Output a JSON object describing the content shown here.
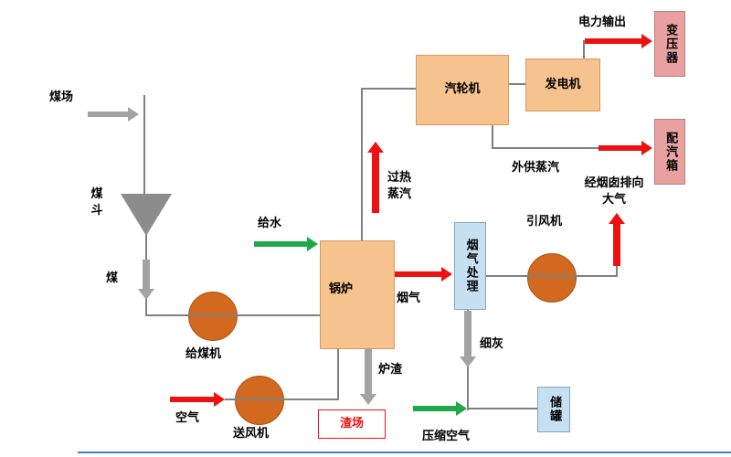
{
  "palette": {
    "red": "#ee1111",
    "green": "#1fa84a",
    "gray_arrow": "#a3a3a3",
    "line": "#808080",
    "peach_box": "#f6c28d",
    "peach_border": "#d99a5e",
    "orange_circle": "#d2691e",
    "pink_box": "#e8a0a0",
    "blue_box": "#c6e0f2",
    "funnel": "#8c8c8c",
    "slag_red": "#ee1111",
    "bottom_line": "#4a7ebb"
  },
  "labels": {
    "coal_yard": "煤场",
    "coal_hopper": "煤\n斗",
    "coal": "煤",
    "coal_feeder": "给煤机",
    "air": "空气",
    "forced_draft_fan": "送风机",
    "feed_water": "给水",
    "boiler": "锅炉",
    "superheated_steam": "过热\n蒸汽",
    "steam_turbine": "汽轮机",
    "generator": "发电机",
    "power_output": "电力输出",
    "transformer": "变压器",
    "external_steam": "外供蒸汽",
    "steam_distribution_box": "配汽箱",
    "flue_gas": "烟气",
    "flue_gas_treatment": "烟气处理",
    "induced_draft_fan": "引风机",
    "chimney_to_atmosphere": "经烟囱排向\n大气",
    "fine_ash": "细灰",
    "compressed_air": "压缩空气",
    "storage_tank": "储罐",
    "slag": "炉渣",
    "slag_yard": "渣场"
  }
}
